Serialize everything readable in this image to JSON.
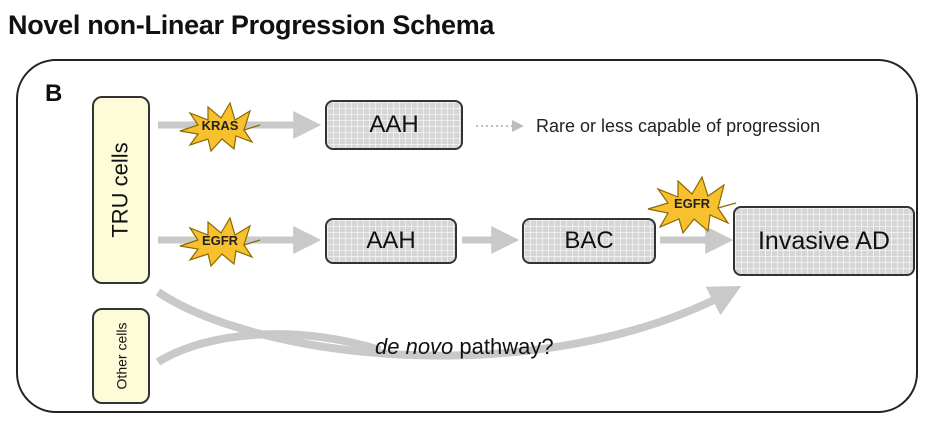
{
  "title": "Novel non-Linear Progression Schema",
  "panel_label": "B",
  "sources": {
    "tru_cells": "TRU cells",
    "other_cells": "Other cells"
  },
  "mutations": {
    "kras": "KRAS",
    "egfr_1": "EGFR",
    "egfr_2": "EGFR"
  },
  "nodes": {
    "aah_top": "AAH",
    "aah_mid": "AAH",
    "bac": "BAC",
    "invasive_ad": "Invasive AD"
  },
  "note": "Rare or less capable of progression",
  "denovo_italic": "de novo",
  "denovo_rest": " pathway?",
  "colors": {
    "source_fill": "#fdfbd8",
    "node_fill": "#d6d6d6",
    "star_fill": "#f7c02e",
    "arrow": "#c9c9c9"
  }
}
